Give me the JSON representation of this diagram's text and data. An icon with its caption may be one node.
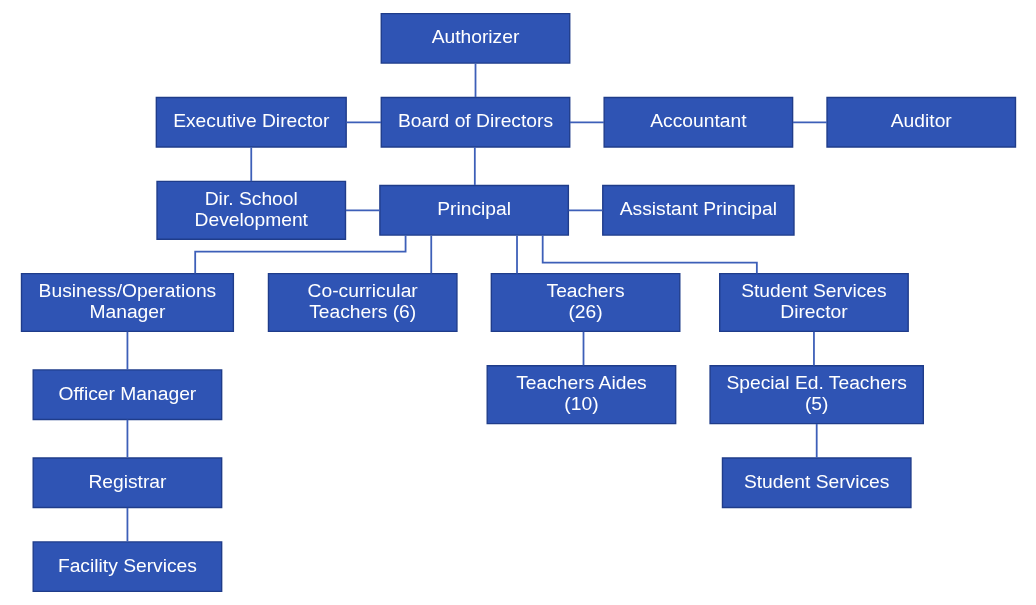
{
  "diagram": {
    "nodes": [
      {
        "text": [
          "Authorizer"
        ]
      },
      {
        "text": [
          "Board of Directors"
        ]
      },
      {
        "text": [
          "Executive Director"
        ]
      },
      {
        "text": [
          "Accountant"
        ]
      },
      {
        "text": [
          "Auditor"
        ]
      },
      {
        "text": [
          "Dir. School Development"
        ]
      },
      {
        "text": [
          "Principal"
        ]
      },
      {
        "text": [
          "Assistant Principal"
        ]
      },
      {
        "text": [
          "Business/Operations Manager"
        ]
      },
      {
        "text": [
          "Co-curricular Teachers (6)"
        ]
      },
      {
        "text": [
          "Teachers (26)"
        ]
      },
      {
        "text": [
          "Student Services Director"
        ]
      },
      {
        "text": [
          "Officer Manager"
        ]
      },
      {
        "text": [
          "Teachers Aides (10)"
        ]
      },
      {
        "text": [
          "Special Ed. Teachers (5)"
        ]
      },
      {
        "text": [
          "Registrar"
        ]
      },
      {
        "text": [
          "Student Services"
        ]
      },
      {
        "text": [
          "Facility Services"
        ]
      }
    ],
    "edges": [
      {
        "from": 0,
        "to": 1,
        "arrow": "none"
      },
      {
        "from": 2,
        "to": 1,
        "arrow": "none"
      },
      {
        "from": 1,
        "to": 3,
        "arrow": "none"
      },
      {
        "from": 3,
        "to": 4,
        "arrow": "none"
      },
      {
        "from": 2,
        "to": 5,
        "arrow": "none"
      },
      {
        "from": 1,
        "to": 6,
        "arrow": "none"
      },
      {
        "from": 5,
        "to": 6,
        "arrow": "none"
      },
      {
        "from": 6,
        "to": 7,
        "arrow": "none"
      },
      {
        "from": 6,
        "to": 8,
        "arrow": "none"
      },
      {
        "from": 6,
        "to": 9,
        "arrow": "none"
      },
      {
        "from": 6,
        "to": 10,
        "arrow": "none"
      },
      {
        "from": 6,
        "to": 11,
        "arrow": "none"
      },
      {
        "from": 8,
        "to": 12,
        "arrow": "none"
      },
      {
        "from": 12,
        "to": 15,
        "arrow": "none"
      },
      {
        "from": 15,
        "to": 17,
        "arrow": "none"
      },
      {
        "from": 10,
        "to": 13,
        "arrow": "none"
      },
      {
        "from": 11,
        "to": 14,
        "arrow": "none"
      },
      {
        "from": 14,
        "to": 16,
        "arrow": "none"
      }
    ]
  }
}
